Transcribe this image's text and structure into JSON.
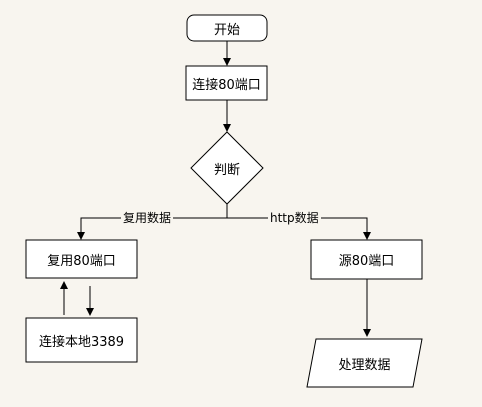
{
  "diagram": {
    "nodes": {
      "start": "开始",
      "connect": "连接80端口",
      "decision": "判断",
      "reuse": "复用80端口",
      "local": "连接本地3389",
      "source": "源80端口",
      "process": "处理数据"
    },
    "edges": {
      "reuse_data": "复用数据",
      "http_data": "http数据"
    },
    "colors": {
      "background": "#f8f5ef",
      "node_fill": "#ffffff",
      "stroke": "#000000"
    }
  }
}
